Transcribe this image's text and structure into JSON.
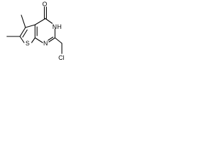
{
  "molecule": {
    "atoms": {
      "oxygen": "O",
      "nh_nitrogen": "N",
      "nh_hydrogen": "H",
      "ring_nitrogen": "N",
      "sulfur": "S",
      "chlorine": "Cl"
    },
    "colors": {
      "bond": "#000000",
      "label": "#000000",
      "background": "#ffffff"
    }
  }
}
